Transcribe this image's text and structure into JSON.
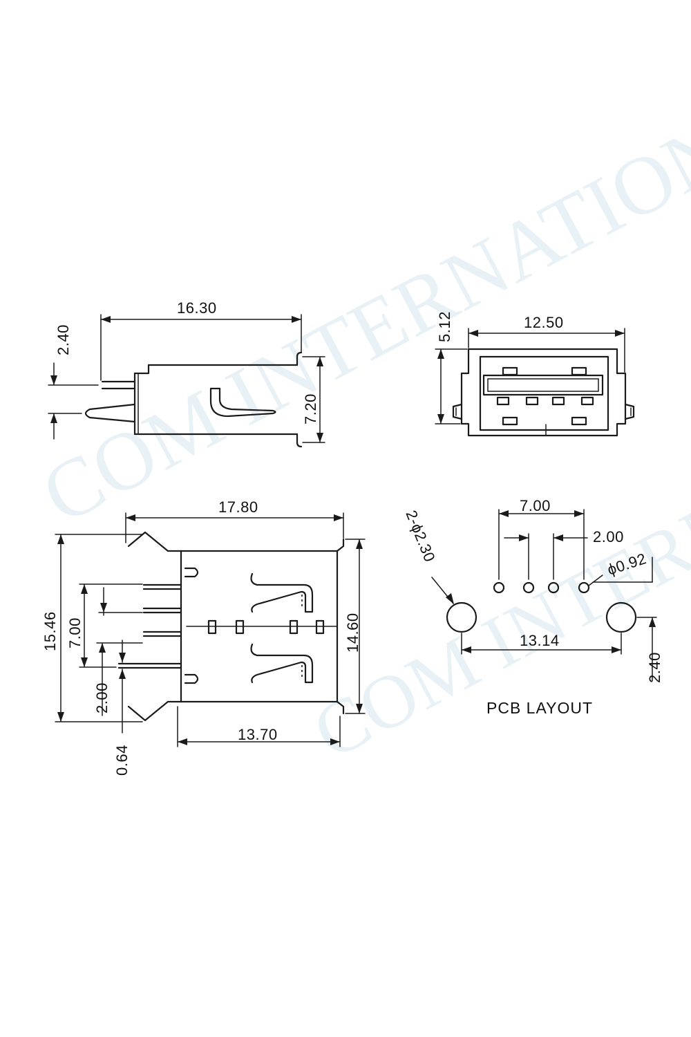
{
  "watermark": {
    "text": "COM INTERNATIONAL",
    "color": "#d6e8ef"
  },
  "side_view": {
    "dim_length": "16.30",
    "dim_pin_offset": "2.40",
    "dim_height": "7.20"
  },
  "front_view": {
    "dim_width": "12.50",
    "dim_height": "5.12"
  },
  "top_view": {
    "dim_overall_width": "17.80",
    "dim_overall_height": "15.46",
    "dim_pin_span": "7.00",
    "dim_pin_pitch": "2.00",
    "dim_pin_width": "0.64",
    "dim_body_height": "14.60",
    "dim_body_width": "13.70"
  },
  "pcb_layout": {
    "title": "PCB LAYOUT",
    "dim_pin_span": "7.00",
    "dim_pin_pitch": "2.00",
    "dim_pin_hole": "ϕ0.92",
    "dim_mount_hole": "2-ϕ2.30",
    "dim_mount_span": "13.14",
    "dim_mount_offset": "2.40"
  }
}
